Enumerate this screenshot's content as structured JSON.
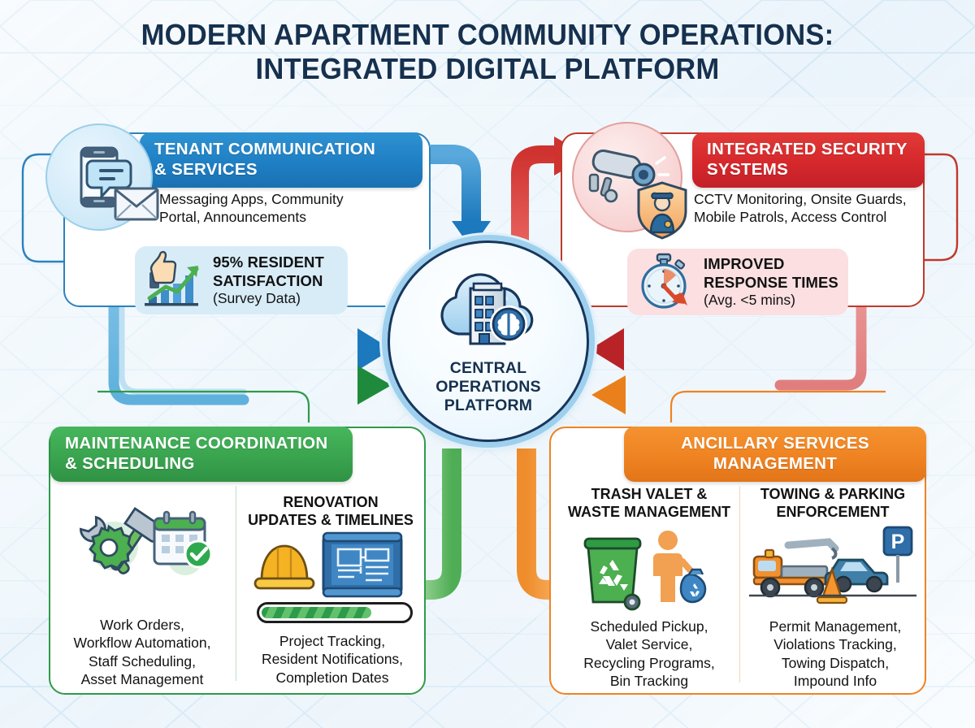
{
  "title": {
    "line1": "MODERN APARTMENT COMMUNITY OPERATIONS:",
    "line2": "INTEGRATED DIGITAL PLATFORM"
  },
  "colors": {
    "blue": "#1f7fc4",
    "red": "#d6282c",
    "green": "#3aa44f",
    "orange": "#ef8322",
    "navy": "#16314f",
    "background": "#eaf4fb"
  },
  "hub": {
    "label_line1": "CENTRAL",
    "label_line2": "OPERATIONS",
    "label_line3": "PLATFORM",
    "icons": [
      "cloud-icon",
      "building-icon",
      "brain-icon"
    ]
  },
  "panels": {
    "tenant": {
      "header": "TENANT COMMUNICATION\n& SERVICES",
      "header_line1": "TENANT COMMUNICATION",
      "header_line2": "& SERVICES",
      "description_line1": "Messaging Apps, Community",
      "description_line2": "Portal, Announcements",
      "stat": {
        "big_line1": "95% RESIDENT",
        "big_line2": "SATISFACTION",
        "sub": "(Survey Data)",
        "value": "95%",
        "icons": [
          "thumbs-up-icon",
          "growth-bar-chart-icon"
        ]
      },
      "badge_icons": [
        "smartphone-chat-icon",
        "envelope-icon"
      ],
      "accent": "#1f7fc4"
    },
    "security": {
      "header_line1": "INTEGRATED SECURITY",
      "header_line2": "SYSTEMS",
      "description_line1": "CCTV Monitoring, Onsite Guards,",
      "description_line2": "Mobile Patrols, Access Control",
      "stat": {
        "big_line1": "IMPROVED",
        "big_line2": "RESPONSE TIMES",
        "sub": "(Avg. <5 mins)",
        "value": "<5 mins",
        "icons": [
          "stopwatch-icon",
          "down-arrow-icon"
        ]
      },
      "badge_icons": [
        "cctv-camera-icon",
        "security-guard-shield-icon"
      ],
      "accent": "#d6282c"
    },
    "maintenance": {
      "header_line1": "MAINTENANCE COORDINATION",
      "header_line2": "& SCHEDULING",
      "accent": "#3aa44f",
      "columns": [
        {
          "title_line1": "",
          "title_line2": "",
          "icons": [
            "wrench-hammer-icon",
            "gear-icon",
            "calendar-check-icon"
          ],
          "text_line1": "Work Orders,",
          "text_line2": "Workflow Automation,",
          "text_line3": "Staff Scheduling,",
          "text_line4": "Asset Management"
        },
        {
          "title_line1": "RENOVATION",
          "title_line2": "UPDATES & TIMELINES",
          "icons": [
            "hard-hat-icon",
            "blueprint-icon",
            "progress-bar-icon"
          ],
          "progress_percent": 75,
          "text_line1": "Project Tracking,",
          "text_line2": "Resident Notifications,",
          "text_line3": "Completion Dates"
        }
      ]
    },
    "ancillary": {
      "header_line1": "ANCILLARY SERVICES",
      "header_line2": "MANAGEMENT",
      "accent": "#ef8322",
      "columns": [
        {
          "title_line1": "TRASH VALET &",
          "title_line2": "WASTE MANAGEMENT",
          "icons": [
            "recycling-bin-icon",
            "person-trash-bag-icon"
          ],
          "text_line1": "Scheduled Pickup,",
          "text_line2": "Valet Service,",
          "text_line3": "Recycling Programs,",
          "text_line4": "Bin Tracking"
        },
        {
          "title_line1": "TOWING & PARKING",
          "title_line2": "ENFORCEMENT",
          "icons": [
            "tow-truck-icon",
            "car-icon",
            "parking-sign-icon",
            "traffic-cone-icon"
          ],
          "text_line1": "Permit Management,",
          "text_line2": "Violations Tracking,",
          "text_line3": "Towing Dispatch,",
          "text_line4": "Impound Info"
        }
      ]
    }
  },
  "flows": [
    {
      "name": "tenant-to-hub-top",
      "color": "#2c8fce",
      "direction": "down"
    },
    {
      "name": "tenant-to-hub-left",
      "color": "#1f7fc4",
      "direction": "right"
    },
    {
      "name": "hub-to-security",
      "color": "#d6282c",
      "direction": "up-right"
    },
    {
      "name": "security-to-hub",
      "color": "#c42a2a",
      "direction": "left"
    },
    {
      "name": "maintenance-to-hub",
      "color": "#2e9b4a",
      "direction": "right"
    },
    {
      "name": "hub-to-maintenance",
      "color": "#7bbf62",
      "direction": "down-left"
    },
    {
      "name": "ancillary-to-hub",
      "color": "#ef8322",
      "direction": "left"
    },
    {
      "name": "hub-to-ancillary",
      "color": "#f0912f",
      "direction": "down-right"
    }
  ]
}
